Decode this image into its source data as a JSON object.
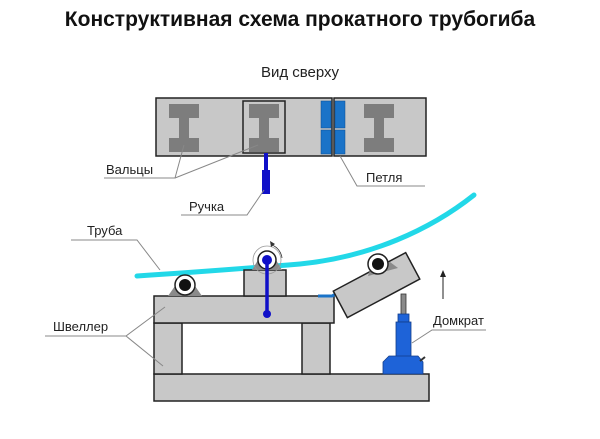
{
  "title": "Конструктивная схема прокатного трубогиба",
  "top_view": {
    "caption": "Вид сверху"
  },
  "labels": {
    "rollers": "Вальцы",
    "hinge": "Петля",
    "handle": "Ручка",
    "pipe": "Труба",
    "channel": "Швеллер",
    "jack": "Домкрат"
  },
  "colors": {
    "frame_fill": "#c8c8c8",
    "roller_fill": "#7d7d7d",
    "hinge_blue": "#1a73c8",
    "handle_blue": "#1010c8",
    "pipe_cyan": "#22d8e8",
    "jack_blue": "#1e63d8",
    "outline": "#222222"
  },
  "icons": {
    "rotation": "rotation-arrow-icon",
    "lift": "up-arrow-icon"
  }
}
